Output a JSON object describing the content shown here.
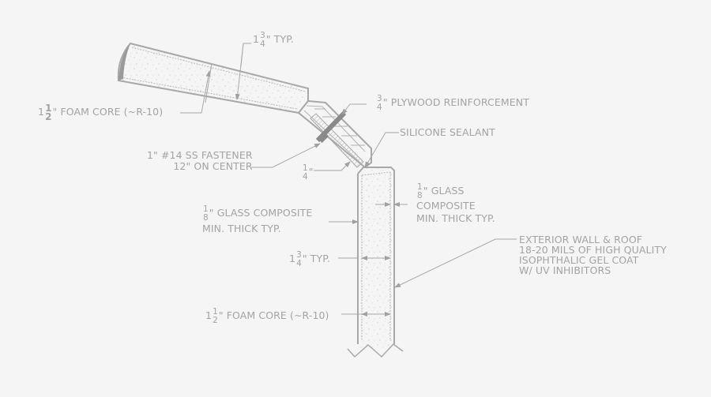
{
  "diagram": {
    "title": "Exterior wall & roof composite joint section",
    "colors": {
      "background": "#f5f5f5",
      "line": "#a8a8a8",
      "text": "#a3a3a3",
      "fastener": "#8a8a8a"
    },
    "labels": {
      "roof_thickness": {
        "whole": "1",
        "num": "3",
        "den": "4",
        "suffix": "\" TYP."
      },
      "roof_foam_core": {
        "whole": "1",
        "num": "1",
        "den": "2",
        "suffix": "\" FOAM CORE  (~R-10)"
      },
      "plywood": {
        "num": "3",
        "den": "4",
        "suffix": "\" PLYWOOD REINFORCEMENT"
      },
      "sealant": {
        "text": "SILICONE SEALANT"
      },
      "fastener": {
        "line1": "1\" #14 SS FASTENER",
        "line2": "12\" ON CENTER"
      },
      "quarter": {
        "num": "1",
        "den": "4",
        "suffix": "\""
      },
      "glass_right": {
        "num": "1",
        "den": "8",
        "suffix": "\" GLASS",
        "line2": "COMPOSITE",
        "line3": "MIN. THICK TYP."
      },
      "glass_left": {
        "num": "1",
        "den": "8",
        "suffix": "\" GLASS COMPOSITE",
        "line2": "MIN. THICK TYP."
      },
      "wall_thickness": {
        "whole": "1",
        "num": "3",
        "den": "4",
        "suffix": "\" TYP."
      },
      "exterior": {
        "line1": "EXTERIOR WALL & ROOF",
        "line2": "18-20 MILS OF HIGH QUALITY",
        "line3": "ISOPHTHALIC GEL COAT",
        "line4": "W/ UV INHIBITORS"
      },
      "wall_foam_core": {
        "whole": "1",
        "num": "1",
        "den": "2",
        "suffix": "\" FOAM CORE (~R-10)"
      }
    }
  }
}
